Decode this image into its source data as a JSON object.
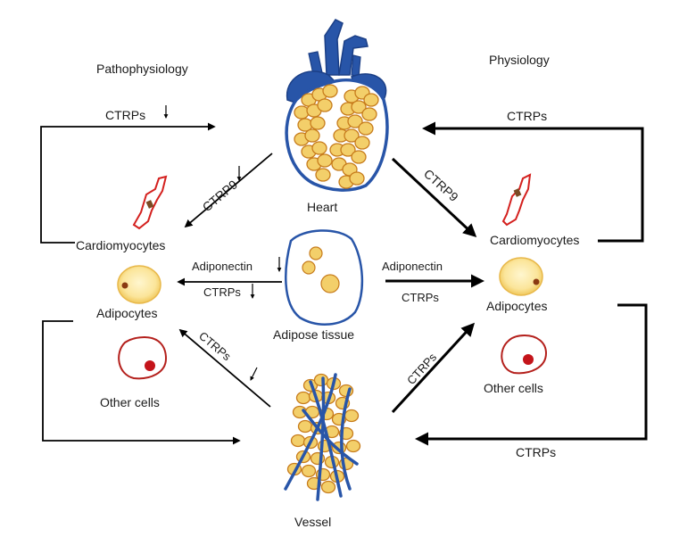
{
  "headings": {
    "left": "Pathophysiology",
    "right": "Physiology"
  },
  "organs": {
    "heart": "Heart",
    "adipose": "Adipose tissue",
    "vessel": "Vessel"
  },
  "left_cells": {
    "cardiomyocytes": "Cardiomyocytes",
    "adipocytes": "Adipocytes",
    "other": "Other cells"
  },
  "right_cells": {
    "cardiomyocytes": "Cardiomyocytes",
    "adipocytes": "Adipocytes",
    "other": "Other cells"
  },
  "arrows": {
    "top_left": "CTRPs",
    "heart_left": "CTRP9",
    "adipo_left_1": "Adiponectin",
    "adipo_left_2": "CTRPs",
    "vessel_left": "CTRPs",
    "top_right": "CTRPs",
    "heart_right": "CTRP9",
    "adipo_right_1": "Adiponectin",
    "adipo_right_2": "CTRPs",
    "vessel_right": "CTRPs",
    "bottom_right": "CTRPs"
  },
  "colors": {
    "blue": "#2855a8",
    "fat_fill": "#f3cf6a",
    "fat_stroke": "#c77c1c",
    "cardio_red": "#d4201e",
    "cell_red": "#b4201c",
    "adipocyte_fill": "#fbe9a8"
  }
}
